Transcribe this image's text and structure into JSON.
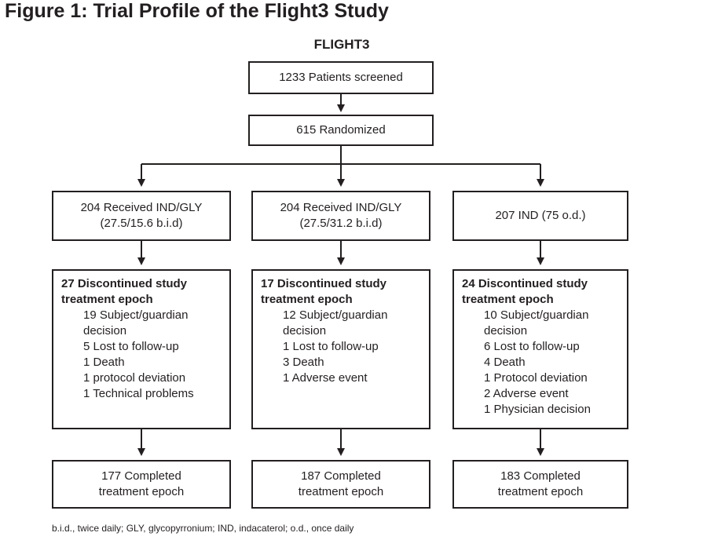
{
  "figure_title": "Figure 1:  Trial Profile of the Flight3 Study",
  "study_name": "FLIGHT3",
  "screened": "1233 Patients screened",
  "randomized": "615 Randomized",
  "arms": [
    {
      "received_lines": [
        "204 Received IND/GLY",
        "(27.5/15.6 b.i.d)"
      ],
      "discontinued_header": [
        "27 Discontinued study",
        "treatment epoch"
      ],
      "reasons": [
        "19 Subject/guardian",
        "decision",
        "5 Lost to follow-up",
        "1 Death",
        "1 protocol deviation",
        "1 Technical problems"
      ],
      "completed_lines": [
        "177 Completed",
        "treatment epoch"
      ]
    },
    {
      "received_lines": [
        "204 Received IND/GLY",
        "(27.5/31.2 b.i.d)"
      ],
      "discontinued_header": [
        "17 Discontinued study",
        "treatment epoch"
      ],
      "reasons": [
        "12 Subject/guardian",
        "decision",
        "1 Lost to follow-up",
        "3 Death",
        "1 Adverse event"
      ],
      "completed_lines": [
        "187 Completed",
        "treatment epoch"
      ]
    },
    {
      "received_lines": [
        "207 IND (75 o.d.)"
      ],
      "discontinued_header": [
        "24 Discontinued study",
        "treatment epoch"
      ],
      "reasons": [
        "10 Subject/guardian",
        "decision",
        "6 Lost to follow-up",
        "4 Death",
        "1 Protocol deviation",
        "2 Adverse event",
        "1 Physician decision"
      ],
      "completed_lines": [
        "183 Completed",
        "treatment epoch"
      ]
    }
  ],
  "footnote": "b.i.d., twice daily; GLY, glycopyrronium; IND, indacaterol; o.d., once daily"
}
